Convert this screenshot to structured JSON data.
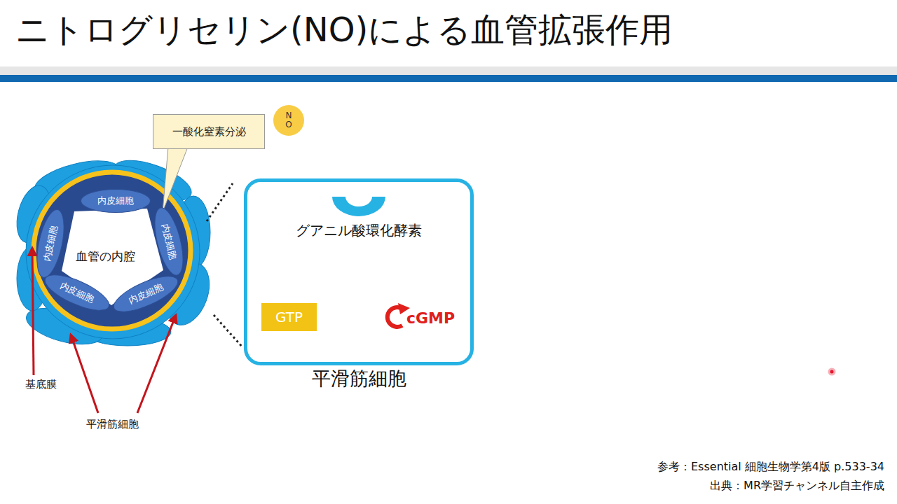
{
  "diagram": {
    "title": "ニトログリセリン(NO)による血管拡張作用",
    "nodes": [
      {
        "text": [
          "内皮細胞"
        ]
      },
      {
        "text": [
          "内皮細胞"
        ]
      },
      {
        "text": [
          "内皮細胞"
        ]
      },
      {
        "text": [
          "内皮細胞"
        ]
      },
      {
        "text": [
          "内皮細胞"
        ]
      },
      {
        "text": [
          "一酸化窒素分泌"
        ]
      },
      {
        "text": [
          "N O"
        ]
      },
      {
        "text": [
          "平滑筋細胞"
        ]
      },
      {
        "text": [
          "GTP"
        ],
        "in": 7
      },
      {
        "text": [
          "cGMP"
        ],
        "in": 7
      }
    ],
    "labels": [
      "血管の内腔",
      "基底膜",
      "平滑筋細胞",
      "グアニル酸環化酵素",
      "参考：Essential 細胞生物学第4版 p.533-34",
      "出典：MR学習チャンネル自主作成"
    ]
  }
}
